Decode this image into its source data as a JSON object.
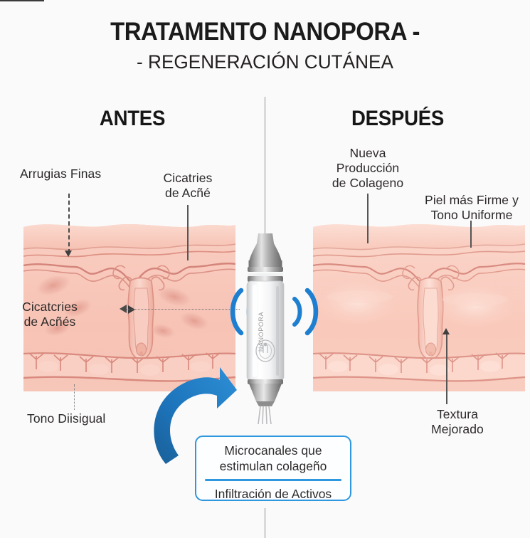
{
  "header": {
    "main_title": "TRATAMENTO NANOPORA -",
    "sub_title": "- REGENERACIÓN CUTÁNEA"
  },
  "sections": {
    "before_heading": "ANTES",
    "after_heading": "DESPUÉS"
  },
  "labels": {
    "before": [
      {
        "id": "arrugias",
        "text": "Arrugias Finas"
      },
      {
        "id": "cicatries",
        "line1": "Cicatries",
        "line2": "de Acñé"
      },
      {
        "id": "cicatcries",
        "line1": "Cicatcries",
        "line2": "de Acñés"
      },
      {
        "id": "tono",
        "text": "Tono Diisigual"
      }
    ],
    "after": [
      {
        "id": "colageno",
        "line1": "Nueva",
        "line2": "Producción",
        "line3": "de Colageno"
      },
      {
        "id": "firme",
        "line1": "Piel más Firme y",
        "line2": "Tono Uniforme"
      },
      {
        "id": "textura",
        "line1": "Textura",
        "line2": "Mejorado"
      }
    ]
  },
  "callout": {
    "line1a": "Microcanales que",
    "line1b": "estimulan colageño",
    "line2": "Infiltración de Activos"
  },
  "device": {
    "name": "microneedling-pen",
    "brand_mark": "NANOPORA"
  },
  "colors": {
    "background": "#fbfafa",
    "accent_blue": "#2f97de",
    "arrow_blue": "#1d74bb",
    "text_dark": "#231f20",
    "skin_light": "#f9cdc2",
    "skin_mid": "#f3b4a6",
    "skin_line": "#d98a7e",
    "scar_shadow": "#e09a8c",
    "divider_gray": "#8e8e8e",
    "device_gray": "#8c8c8c"
  }
}
